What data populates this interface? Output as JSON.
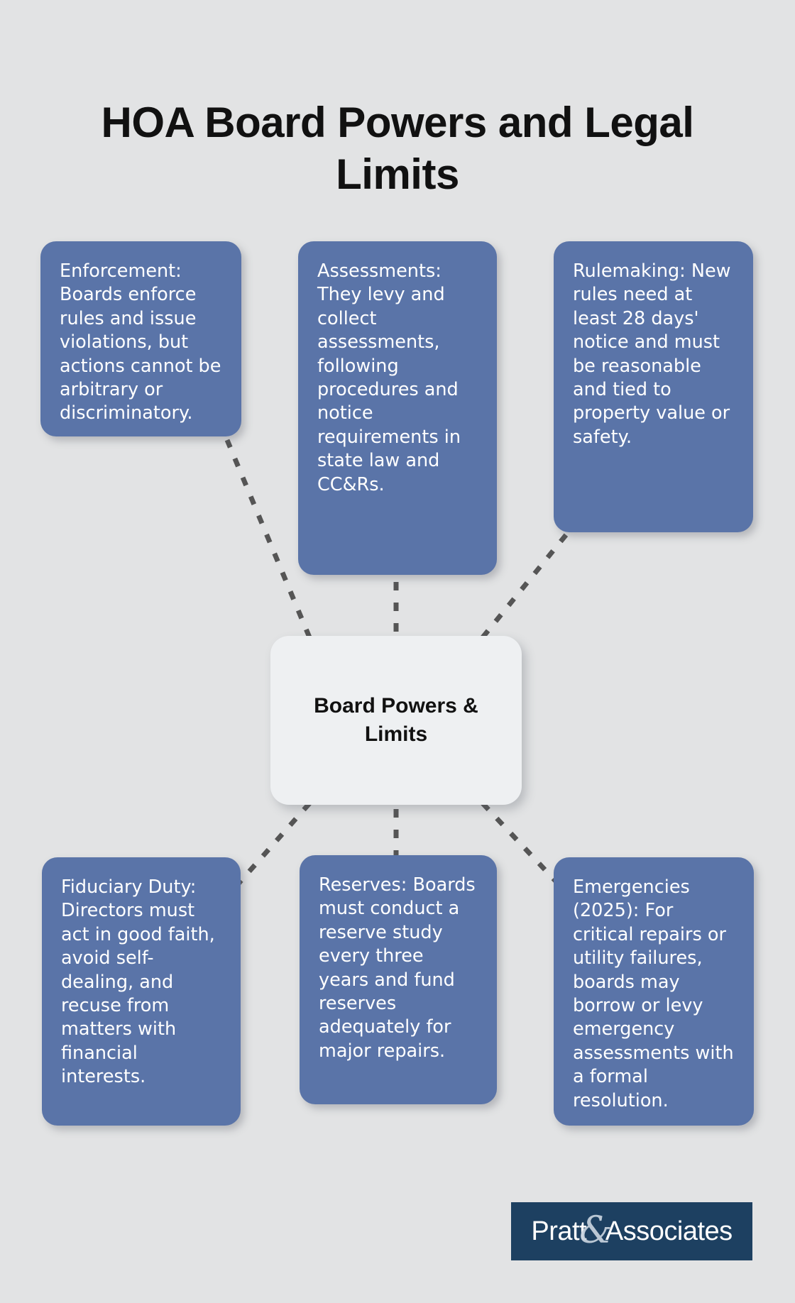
{
  "page": {
    "title": "HOA Board Powers and Legal Limits",
    "background_color": "#e2e3e4"
  },
  "colors": {
    "card_fill": "#5a74a8",
    "card_text": "#ffffff",
    "center_fill": "#eef0f2",
    "center_text": "#111111",
    "connector": "#555555",
    "logo_background": "#1d4061",
    "logo_text": "#ffffff"
  },
  "center": {
    "label": "Board Powers &\nLimits"
  },
  "cards": {
    "enforcement": {
      "text": "Enforcement: Boards enforce rules and issue violations, but actions cannot be arbitrary or discriminatory."
    },
    "assessments": {
      "text": "Assessments: They levy and collect assessments, following procedures and notice requirements in state law and CC&Rs."
    },
    "rulemaking": {
      "text": "Rulemaking: New rules need at least 28 days' notice and must be reasonable and tied to property value or safety."
    },
    "fiduciary": {
      "text": "Fiduciary Duty: Directors must act in good faith, avoid self-dealing, and recuse from matters with financial interests."
    },
    "reserves": {
      "text": "Reserves: Boards must conduct a reserve study every three years and fund reserves adequately for major repairs."
    },
    "emergencies": {
      "text": "Emergencies (2025): For critical repairs or utility failures, boards may borrow or levy emergency assessments with a formal resolution."
    }
  },
  "logo": {
    "name_left": "Pratt",
    "ampersand": "&",
    "name_right": "Associates"
  },
  "chart_data": {
    "type": "diagram",
    "layout": "hub-and-spoke",
    "title": "HOA Board Powers and Legal Limits",
    "hub": "Board Powers & Limits",
    "nodes": [
      {
        "id": "enforcement",
        "position": "top-left",
        "label": "Enforcement: Boards enforce rules and issue violations, but actions cannot be arbitrary or discriminatory."
      },
      {
        "id": "assessments",
        "position": "top-center",
        "label": "Assessments: They levy and collect assessments, following procedures and notice requirements in state law and CC&Rs."
      },
      {
        "id": "rulemaking",
        "position": "top-right",
        "label": "Rulemaking: New rules need at least 28 days' notice and must be reasonable and tied to property value or safety."
      },
      {
        "id": "fiduciary",
        "position": "bottom-left",
        "label": "Fiduciary Duty: Directors must act in good faith, avoid self-dealing, and recuse from matters with financial interests."
      },
      {
        "id": "reserves",
        "position": "bottom-center",
        "label": "Reserves: Boards must conduct a reserve study every three years and fund reserves adequately for major repairs."
      },
      {
        "id": "emergencies",
        "position": "bottom-right",
        "label": "Emergencies (2025): For critical repairs or utility failures, boards may borrow or levy emergency assessments with a formal resolution."
      }
    ],
    "edges": [
      {
        "from": "hub",
        "to": "enforcement",
        "style": "dashed"
      },
      {
        "from": "hub",
        "to": "assessments",
        "style": "dashed"
      },
      {
        "from": "hub",
        "to": "rulemaking",
        "style": "dashed"
      },
      {
        "from": "hub",
        "to": "fiduciary",
        "style": "dashed"
      },
      {
        "from": "hub",
        "to": "reserves",
        "style": "dashed"
      },
      {
        "from": "hub",
        "to": "emergencies",
        "style": "dashed"
      }
    ]
  }
}
